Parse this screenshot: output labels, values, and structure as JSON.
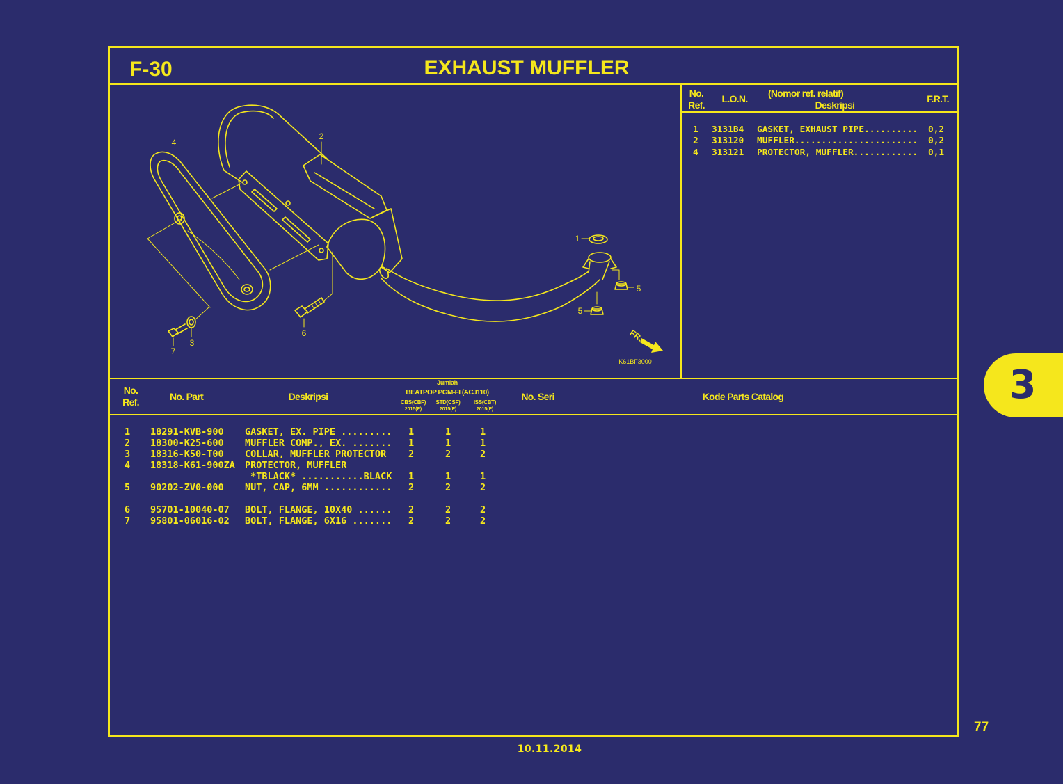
{
  "colors": {
    "background": "#2b2c6c",
    "accent": "#f5e71c"
  },
  "page": {
    "code": "F-30",
    "title": "EXHAUST MUFFLER",
    "page_number": "77",
    "date": "10.11.2014",
    "chapter_tab": "3"
  },
  "frt_table": {
    "headers": {
      "no": "No.",
      "ref": "Ref.",
      "lon": "L.O.N.",
      "note": "(Nomor ref. relatif)",
      "desc": "Deskripsi",
      "frt": "F.R.T."
    },
    "rows": [
      {
        "ref": "1",
        "lon": "3131B4",
        "desc": "GASKET, EXHAUST PIPE..........",
        "frt": "0,2"
      },
      {
        "ref": "2",
        "lon": "313120",
        "desc": "MUFFLER.......................",
        "frt": "0,2"
      },
      {
        "ref": "4",
        "lon": "313121",
        "desc": "PROTECTOR, MUFFLER............",
        "frt": "0,1"
      }
    ]
  },
  "parts_table": {
    "headers": {
      "no": "No.",
      "ref": "Ref.",
      "part": "No. Part",
      "desc": "Deskripsi",
      "qty_title": "Jumlah",
      "model": "BEATPOP PGM-FI (ACJ110)",
      "variants": [
        {
          "type": "CBS(CBF)",
          "year": "2015(F)"
        },
        {
          "type": "STD(CSF)",
          "year": "2015(F)"
        },
        {
          "type": "ISS(CBT)",
          "year": "2015(F)"
        }
      ],
      "serial": "No. Seri",
      "catalog": "Kode Parts Catalog"
    },
    "rows": [
      {
        "ref": "1",
        "part": "18291-KVB-900",
        "desc": "GASKET, EX. PIPE .........",
        "qty": [
          "1",
          "1",
          "1"
        ]
      },
      {
        "ref": "2",
        "part": "18300-K25-600",
        "desc": "MUFFLER COMP., EX. .......",
        "qty": [
          "1",
          "1",
          "1"
        ]
      },
      {
        "ref": "3",
        "part": "18316-K50-T00",
        "desc": "COLLAR, MUFFLER PROTECTOR",
        "qty": [
          "2",
          "2",
          "2"
        ]
      },
      {
        "ref": "4",
        "part": "18318-K61-900ZA",
        "desc": "PROTECTOR, MUFFLER",
        "qty": [
          "",
          "",
          ""
        ]
      },
      {
        "ref": "",
        "part": "",
        "desc": " *TBLACK* ...........BLACK",
        "qty": [
          "1",
          "1",
          "1"
        ]
      },
      {
        "ref": "5",
        "part": "90202-ZV0-000",
        "desc": "NUT, CAP, 6MM ............",
        "qty": [
          "2",
          "2",
          "2"
        ]
      },
      {
        "ref": "6",
        "part": "95701-10040-07",
        "desc": "BOLT, FLANGE, 10X40 ......",
        "qty": [
          "2",
          "2",
          "2"
        ]
      },
      {
        "ref": "7",
        "part": "95801-06016-02",
        "desc": "BOLT, FLANGE, 6X16 .......",
        "qty": [
          "2",
          "2",
          "2"
        ]
      }
    ]
  },
  "diagram": {
    "callouts": [
      "1",
      "2",
      "3",
      "4",
      "5",
      "5",
      "6",
      "7"
    ],
    "front_label": "FR.",
    "code": "K61BF3000"
  }
}
